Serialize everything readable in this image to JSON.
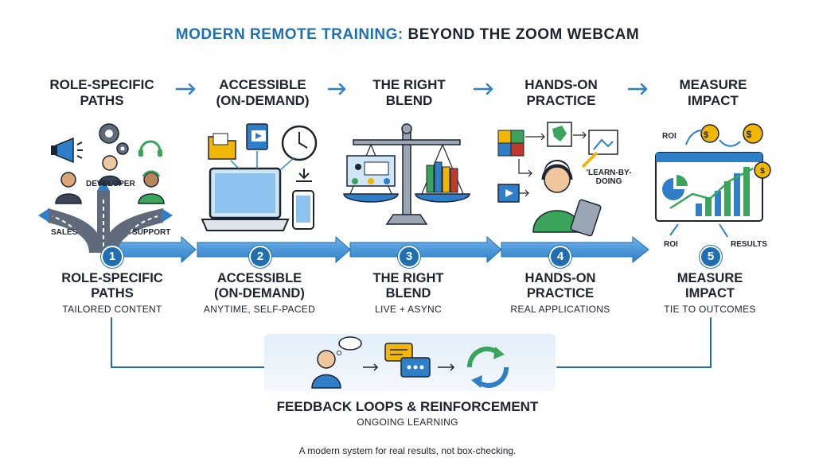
{
  "title": {
    "accent": "MODERN REMOTE TRAINING:",
    "rest": "BEYOND THE ZOOM WEBCAM"
  },
  "headers": [
    {
      "line1": "ROLE-SPECIFIC",
      "line2": "PATHS"
    },
    {
      "line1": "ACCESSIBLE",
      "line2": "(ON-DEMAND)"
    },
    {
      "line1": "THE RIGHT",
      "line2": "BLEND"
    },
    {
      "line1": "HANDS-ON",
      "line2": "PRACTICE"
    },
    {
      "line1": "MEASURE",
      "line2": "IMPACT"
    }
  ],
  "steps": [
    {
      "number": "1",
      "line1": "ROLE-SPECIFIC",
      "line2": "PATHS",
      "subtitle": "TAILORED CONTENT"
    },
    {
      "number": "2",
      "line1": "ACCESSIBLE",
      "line2": "(ON-DEMAND)",
      "subtitle": "ANYTIME, SELF-PACED"
    },
    {
      "number": "3",
      "line1": "THE RIGHT",
      "line2": "BLEND",
      "subtitle": "LIVE + ASYNC"
    },
    {
      "number": "4",
      "line1": "HANDS-ON",
      "line2": "PRACTICE",
      "subtitle": "REAL APPLICATIONS"
    },
    {
      "number": "5",
      "line1": "MEASURE",
      "line2": "IMPACT",
      "subtitle": "TIE TO OUTCOMES"
    }
  ],
  "labels": {
    "developer": "DEVELOPER",
    "sales": "SALES",
    "support": "SUPPORT",
    "learn_line1": "'LEARN-BY-",
    "learn_line2": "DOING",
    "roi_top": "ROI",
    "roi_bottom": "ROI",
    "results": "RESULTS"
  },
  "feedback": {
    "title": "FEEDBACK LOOPS & REINFORCEMENT",
    "subtitle": "ONGOING LEARNING"
  },
  "footer": "A modern system for real results, not box-checking.",
  "colors": {
    "accent": "#1f6fb2",
    "arrow": "#3d8fd6",
    "dark": "#1c2430",
    "green": "#3aa55a",
    "gold": "#f2b705"
  }
}
